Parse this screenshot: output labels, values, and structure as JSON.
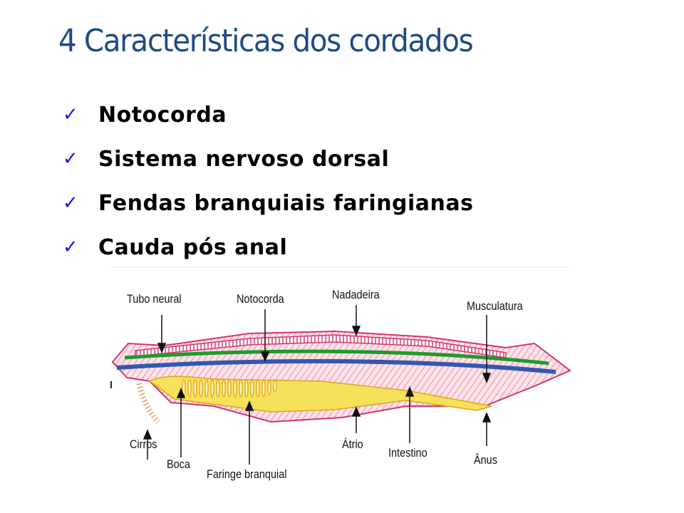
{
  "slide": {
    "title": "4 Características dos cordados",
    "bullets": [
      {
        "icon": "checkmark-icon",
        "text": "Notocorda"
      },
      {
        "icon": "checkmark-icon",
        "text": "Sistema nervoso dorsal"
      },
      {
        "icon": "checkmark-icon",
        "text": "Fendas branquiais faringianas"
      },
      {
        "icon": "checkmark-icon",
        "text": "Cauda pós anal"
      }
    ],
    "check_glyph": "✓",
    "colors": {
      "title": "#1f4a86",
      "check": "#1414e6",
      "bullet_text": "#000000"
    }
  },
  "diagram": {
    "subject": "anfioxo",
    "labels_top": [
      "Tubo neural",
      "Notocorda",
      "Nadadeira",
      "Musculatura"
    ],
    "labels_bottom": [
      "Cirros",
      "Boca",
      "Faringe branquial",
      "Átrio",
      "Intestino",
      "Ânus"
    ],
    "colors": {
      "outline": "#d6336c",
      "neural_tube": "#1f9a2e",
      "notochord": "#3358b0",
      "pharynx": "#f4e04d",
      "body": "#f9d6de"
    }
  }
}
